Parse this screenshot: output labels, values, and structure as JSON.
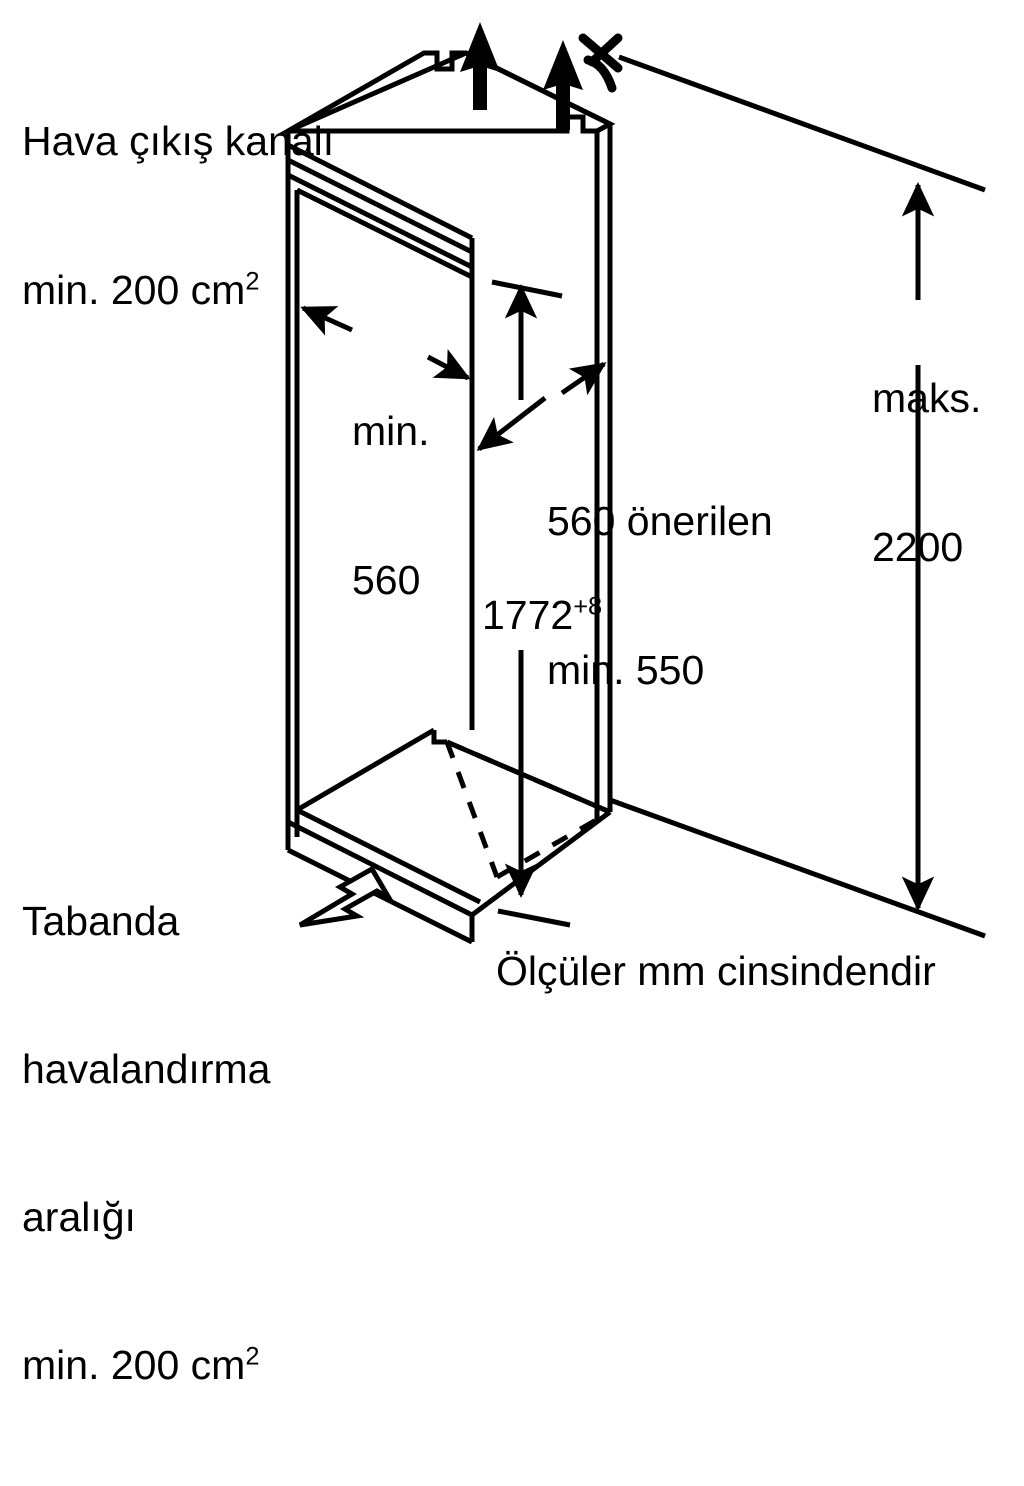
{
  "diagram": {
    "type": "appliance-niche-installation-drawing",
    "units_note": "Ölçüler mm cinsindendir",
    "labels": {
      "air_outlet_line1": "Hava çıkış kanalı",
      "air_outlet_line2_pre": "min. 200 cm",
      "air_outlet_line2_sup": "2",
      "max_height_line1": "maks.",
      "max_height_line2": "2200",
      "depth_line1": "560 önerilen",
      "depth_line2": "min. 550",
      "width_line1": "min.",
      "width_line2": "560",
      "niche_height_value": "1772",
      "niche_height_tolerance": "+8",
      "floor_vent_line1": "Tabanda",
      "floor_vent_line2": "havalandırma",
      "floor_vent_line3": "aralığı",
      "floor_vent_line4_pre": "min. 200 cm",
      "floor_vent_line4_sup": "2"
    },
    "dimensions": {
      "air_outlet_area_cm2": 200,
      "floor_vent_area_cm2": 200,
      "max_height_mm": 2200,
      "niche_width_min_mm": 560,
      "niche_depth_recommended_mm": 560,
      "niche_depth_min_mm": 550,
      "niche_height_mm": 1772,
      "niche_height_plus_tolerance_mm": 8
    },
    "colors": {
      "stroke": "#000000",
      "background": "#ffffff"
    }
  }
}
